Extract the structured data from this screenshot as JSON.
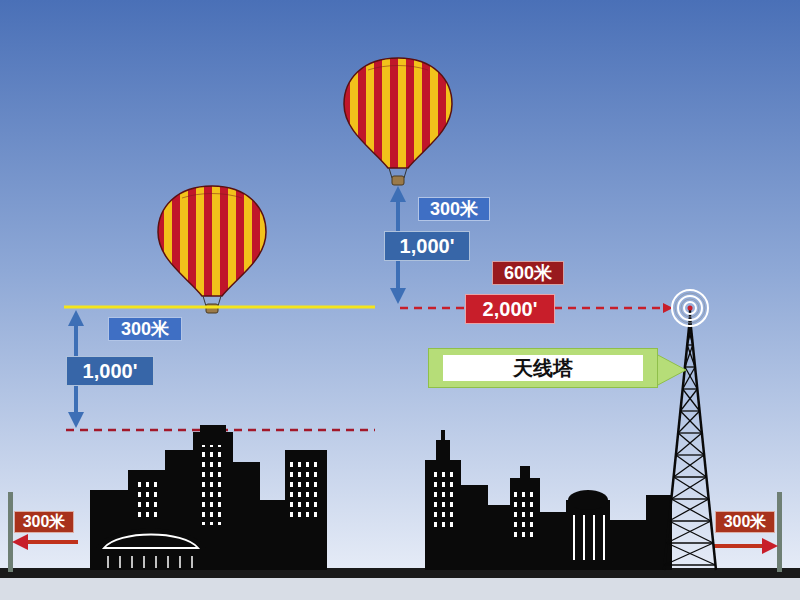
{
  "diagram": {
    "nodes": [
      {
        "text": [
          "300米"
        ]
      },
      {
        "text": [
          "1,000'"
        ]
      },
      {
        "text": [
          "600米"
        ]
      },
      {
        "text": [
          "2,000'"
        ]
      },
      {
        "text": [
          "300米"
        ]
      },
      {
        "text": [
          "1,000'"
        ]
      },
      {
        "text": [
          "天线塔"
        ]
      },
      {
        "text": [
          "300米"
        ]
      },
      {
        "text": [
          "300米"
        ]
      }
    ]
  }
}
